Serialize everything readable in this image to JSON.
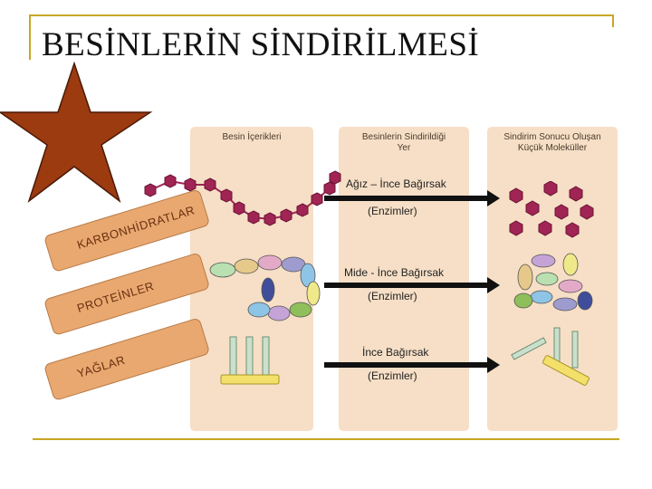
{
  "title": "BESİNLERİN SİNDİRİLMESİ",
  "columns": {
    "food": "Besin İçerikleri",
    "place": "Besinlerin Sindirildiği Yer",
    "result": "Sindirim Sonucu Oluşan Küçük Moleküller"
  },
  "rows": [
    {
      "nutrient": "KARBONHİDRATLAR",
      "place": "Ağız – İnce Bağırsak",
      "enzyme": "(Enzimler)"
    },
    {
      "nutrient": "PROTEİNLER",
      "place": "Mide - İnce Bağırsak",
      "enzyme": "(Enzimler)"
    },
    {
      "nutrient": "YAĞLAR",
      "place": "İnce Bağırsak",
      "enzyme": "(Enzimler)"
    }
  ],
  "colors": {
    "frame": "#c9a623",
    "star": "#9c3a10",
    "column": "#f6dfc6",
    "band": "#e9a870",
    "carb": "#a02454",
    "fat": "#c9e0cc",
    "fat_soap": "#f2e06a"
  }
}
